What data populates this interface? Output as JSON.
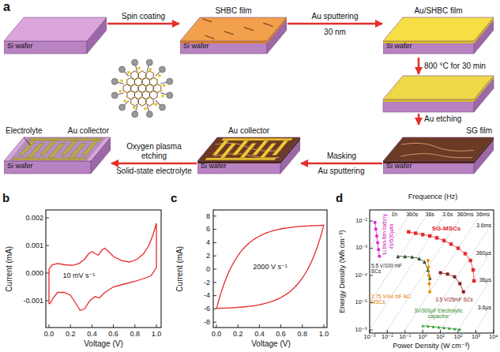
{
  "diagram": {
    "nodes": [
      {
        "text": [
          "Si wafer"
        ]
      },
      {
        "text": [
          "SHBC film",
          "Si wafer"
        ]
      },
      {
        "text": [
          "Au/SHBC film",
          "Si wafer"
        ]
      },
      {
        "text": [
          "SG film",
          "Si wafer"
        ]
      },
      {
        "text": [
          "Au collector",
          "Si wafer"
        ]
      },
      {
        "text": [
          "Au collector",
          "Electrolyte",
          "Si wafer"
        ]
      }
    ],
    "edges": [
      {
        "from": 0,
        "to": 1,
        "label": "Spin coating",
        "arrow": "to"
      },
      {
        "from": 1,
        "to": 2,
        "label": "Au sputtering",
        "arrow": "to"
      },
      {
        "from": 3,
        "to": 4,
        "label": "Masking",
        "arrow": "to"
      },
      {
        "from": 4,
        "to": 5,
        "label": "Oxygen plasma etching",
        "arrow": "to"
      }
    ],
    "labels": [
      "a",
      "30 nm",
      "800 °C for 30 min",
      "Au etching",
      "Au sputtering",
      "Solid-state electrolyte",
      "b",
      "Current (mA)",
      "0.002",
      "0.001",
      "0.000",
      "-0.001",
      "0.0",
      "0.2",
      "0.4",
      "0.6",
      "0.8",
      "1.0",
      "Voltage (V)",
      "10 mV s⁻¹",
      "c",
      "Current (mA)",
      "8",
      "6",
      "4",
      "2",
      "0",
      "-2",
      "-4",
      "-6",
      "-8",
      "0.0",
      "0.2",
      "0.4",
      "0.6",
      "0.8",
      "1.0",
      "Voltage (V)",
      "2000 V s⁻¹",
      "d",
      "Frequence (Hz)",
      "Energy Density (Wh cm⁻³)",
      "10⁻²",
      "10⁻³",
      "10⁻⁴",
      "10⁻⁵",
      "10⁻⁶",
      "10⁻³",
      "10⁻²",
      "10⁻¹",
      "10⁰",
      "10¹",
      "10²",
      "10³",
      "10⁴",
      "Power Density (W cm⁻³)",
      "1h",
      "360s",
      "36s",
      "3.6s",
      "360ms",
      "36ms",
      "3.6ms",
      "360µs",
      "36µs",
      "3.6µs",
      "Li thin-film battery",
      "4V/500µAh",
      "SG-MSCs",
      "5.5 V/100 mF SCs",
      "2.75 V/44 mF AC-MSCs",
      "3.5 V/25mF SCs",
      "3V/300µF Electrolytic capacitor"
    ]
  }
}
